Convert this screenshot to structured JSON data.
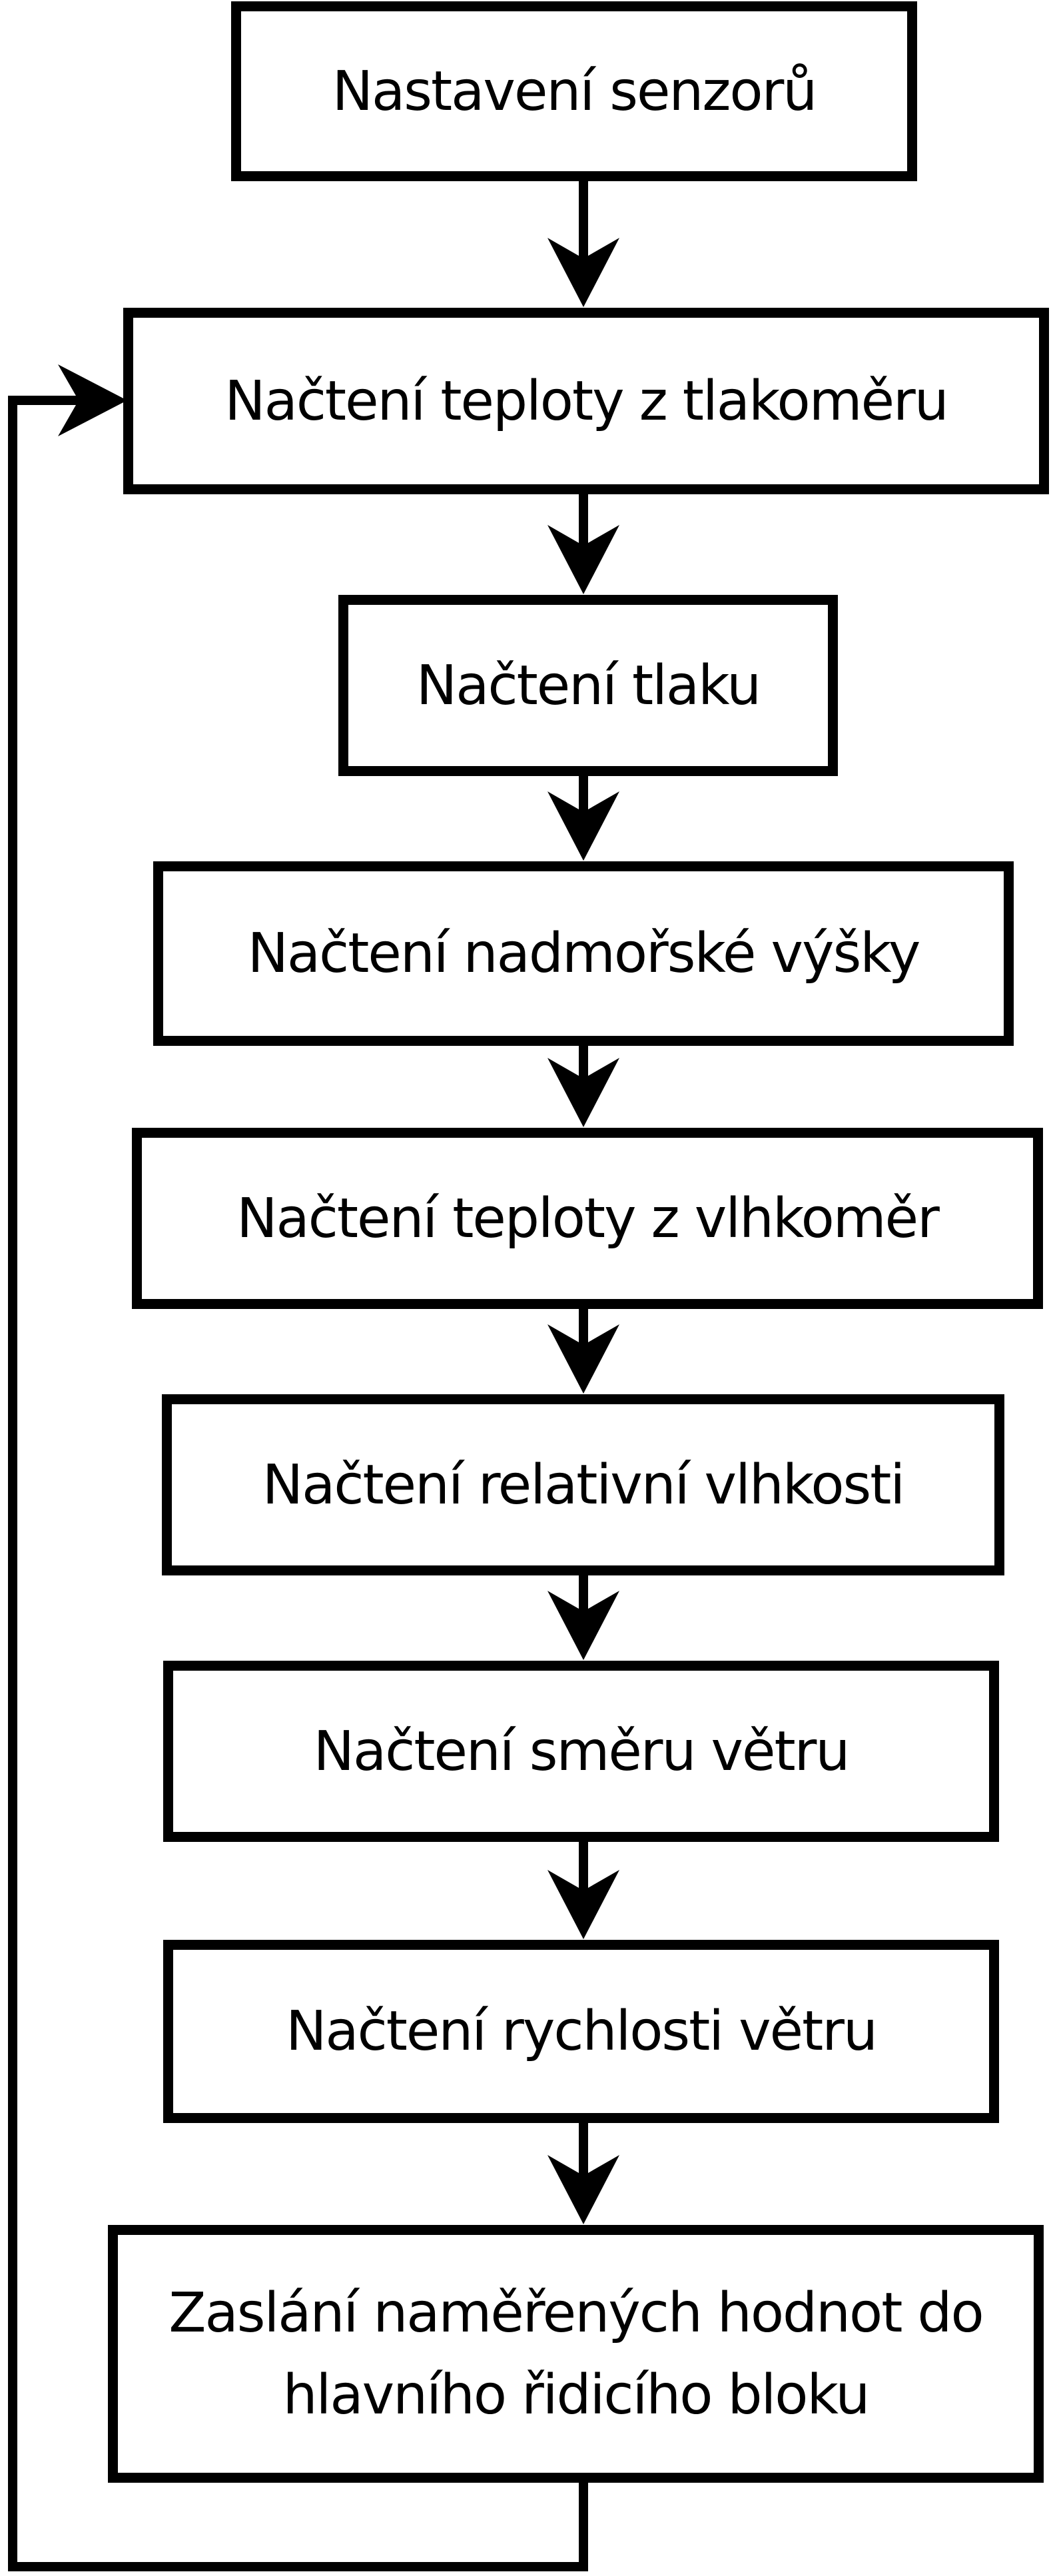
{
  "diagram": {
    "title": "Sensor reading flowchart",
    "colors": {
      "background": "#ffffff",
      "line": "#000000",
      "text": "#000000"
    },
    "nodes": [
      {
        "id": "nastaveni-senzoru",
        "label": "Nastavení senzorů"
      },
      {
        "id": "nacteni-teploty-z-tlakomeru",
        "label": "Načtení teploty z tlakoměru"
      },
      {
        "id": "nacteni-tlaku",
        "label": "Načtení tlaku"
      },
      {
        "id": "nacteni-nadmorske-vysky",
        "label": "Načtení nadmořské výšky"
      },
      {
        "id": "nacteni-teploty-z-vlhkomer",
        "label": "Načtení teploty z vlhkoměr"
      },
      {
        "id": "nacteni-relativni-vlhkosti",
        "label": "Načtení relativní vlhkosti"
      },
      {
        "id": "nacteni-smeru-vetru",
        "label": "Načtení směru větru"
      },
      {
        "id": "nacteni-rychlosti-vetru",
        "label": "Načtení rychlosti větru"
      },
      {
        "id": "zaslani-namerenych-hodnot",
        "label": "Zaslání naměřených hodnot do hlavního řidicího bloku"
      }
    ],
    "edges": [
      {
        "from": "nastaveni-senzoru",
        "to": "nacteni-teploty-z-tlakomeru",
        "type": "arrow"
      },
      {
        "from": "nacteni-teploty-z-tlakomeru",
        "to": "nacteni-tlaku",
        "type": "arrow"
      },
      {
        "from": "nacteni-tlaku",
        "to": "nacteni-nadmorske-vysky",
        "type": "arrow"
      },
      {
        "from": "nacteni-nadmorske-vysky",
        "to": "nacteni-teploty-z-vlhkomer",
        "type": "arrow"
      },
      {
        "from": "nacteni-teploty-z-vlhkomer",
        "to": "nacteni-relativni-vlhkosti",
        "type": "arrow"
      },
      {
        "from": "nacteni-relativni-vlhkosti",
        "to": "nacteni-smeru-vetru",
        "type": "arrow"
      },
      {
        "from": "nacteni-smeru-vetru",
        "to": "nacteni-rychlosti-vetru",
        "type": "arrow"
      },
      {
        "from": "nacteni-rychlosti-vetru",
        "to": "zaslani-namerenych-hodnot",
        "type": "arrow"
      },
      {
        "from": "zaslani-namerenych-hodnot",
        "to": "nacteni-teploty-z-tlakomeru",
        "type": "loop-back"
      }
    ]
  }
}
